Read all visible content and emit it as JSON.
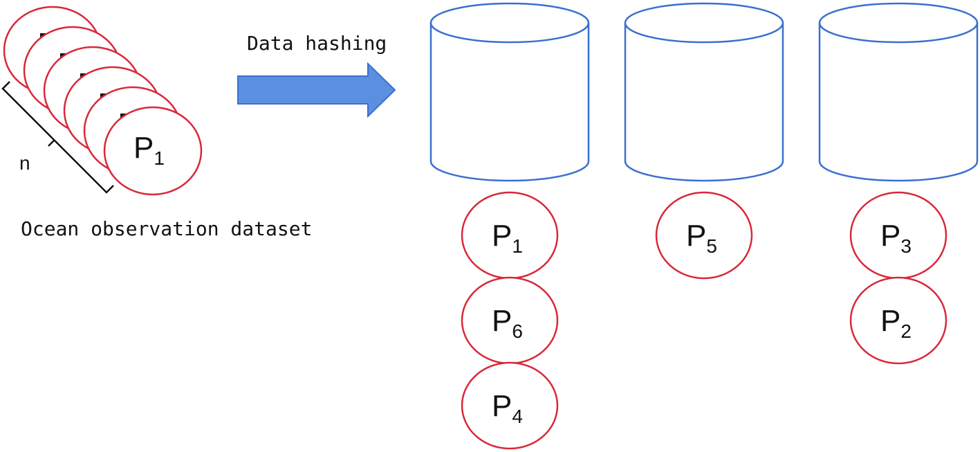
{
  "colors": {
    "circle_stroke": "#d9283a",
    "cylinder_stroke": "#3a6fd0",
    "arrow_fill": "#5b8fe0",
    "arrow_stroke": "#3a6fd0"
  },
  "dataset": {
    "label": "Ocean observation dataset",
    "count_label": "n",
    "front_item": {
      "letter": "P",
      "index": "1"
    }
  },
  "arrow": {
    "label": "Data hashing"
  },
  "buckets": [
    {
      "items": [
        {
          "letter": "P",
          "index": "1"
        },
        {
          "letter": "P",
          "index": "6"
        },
        {
          "letter": "P",
          "index": "4"
        }
      ]
    },
    {
      "items": [
        {
          "letter": "P",
          "index": "5"
        }
      ]
    },
    {
      "items": [
        {
          "letter": "P",
          "index": "3"
        },
        {
          "letter": "P",
          "index": "2"
        }
      ]
    }
  ]
}
